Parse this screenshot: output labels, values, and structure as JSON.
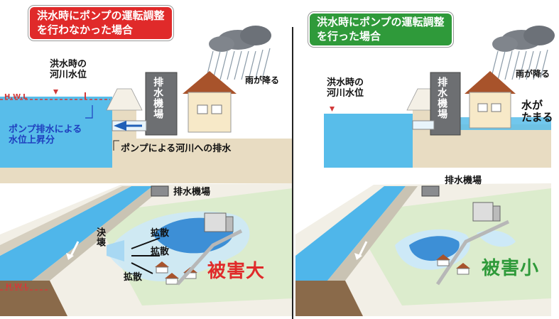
{
  "left": {
    "title_line1": "洪水時にポンプの運転調整",
    "title_line2": "を行わなかった場合",
    "flood_level_line1": "洪水時の",
    "flood_level_line2": "河川水位",
    "hwl": "H.W.L",
    "pump_station": "排水機場",
    "rain": "雨が降る",
    "rise_line1": "ポンプ排水による",
    "rise_line2": "水位上昇分",
    "drain_caption": "ポンプによる河川への排水",
    "station_bottom": "排水機場",
    "breach": "決壊",
    "spread1": "拡散",
    "spread2": "拡散",
    "spread3": "拡散",
    "damage": "被害大",
    "hwl_bottom": "H.W.L"
  },
  "right": {
    "title_line1": "洪水時にポンプの運転調整",
    "title_line2": "を行った場合",
    "flood_level_line1": "洪水時の",
    "flood_level_line2": "河川水位",
    "pump_station": "排水機場",
    "rain": "雨が降る",
    "pooling_line1": "水が",
    "pooling_line2": "たまる",
    "station_bottom": "排水機場",
    "damage": "被害小"
  },
  "colors": {
    "title_red": "#e02a2a",
    "title_green": "#2f9a3a",
    "damage_large": "#e02a2a",
    "damage_small": "#2f9a3a",
    "water": "#4fb6ea",
    "hwl_line": "#d23a3a",
    "rise_text": "#1f3fbf"
  }
}
